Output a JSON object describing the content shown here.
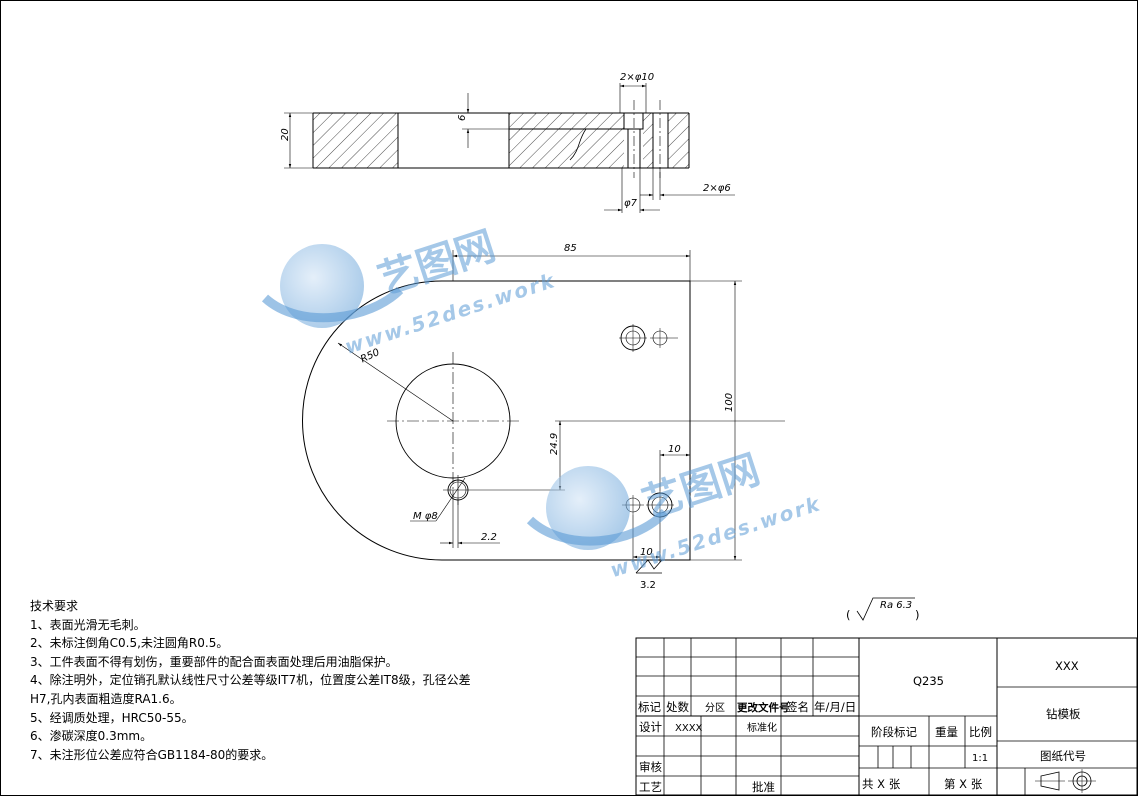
{
  "section_view": {
    "dims": {
      "holes_top": "2×φ10",
      "depth": "6",
      "thickness": "20",
      "holes_right": "2×φ6",
      "dia_bottom": "φ7"
    }
  },
  "plan_view": {
    "dims": {
      "width": "85",
      "height": "100",
      "radius": "R50",
      "offset_v": "24.9",
      "offset_h_top": "10",
      "offset_h_bottom": "10",
      "thread": "M φ8",
      "pin_offset": "2.2",
      "roughness": "3.2"
    }
  },
  "roughness_note": {
    "open": "(",
    "value": "Ra 6.3",
    "close": ")"
  },
  "tech_requirements": {
    "title": "技术要求",
    "items": [
      "1、表面光滑无毛刺。",
      "2、未标注倒角C0.5,未注圆角R0.5。",
      "3、工件表面不得有划伤，重要部件的配合面表面处理后用油脂保护。",
      "4、除注明外，定位销孔默认线性尺寸公差等级IT7机，位置度公差IT8级，孔径公差",
      "H7,孔内表面粗造度RA1.6。",
      "5、经调质处理，HRC50-55。",
      "6、渗碳深度0.3mm。",
      "7、未注形位公差应符合GB1184-80的要求。"
    ]
  },
  "title_block": {
    "material": "Q235",
    "company": "XXX",
    "part_name": "钻模板",
    "drawing_code_label": "图纸代号",
    "row_labels": {
      "mark": "标记",
      "count": "处数",
      "zone": "分区",
      "change_doc": "更改文件号",
      "sign": "签名",
      "date": "年/月/日",
      "design": "设计",
      "design_value": "XXXX",
      "standardize": "标准化",
      "review": "审核",
      "process": "工艺",
      "approve": "批准"
    },
    "stage_mark": "阶段标记",
    "weight": "重量",
    "scale": "比例",
    "scale_value": "1:1",
    "sheets_total": "共 X 张",
    "sheet_no": "第 X 张"
  },
  "watermark": {
    "name": "艺图网",
    "url": "www.52des.work"
  },
  "colors": {
    "ink": "#000000",
    "watermark": "#5b9bd5"
  }
}
